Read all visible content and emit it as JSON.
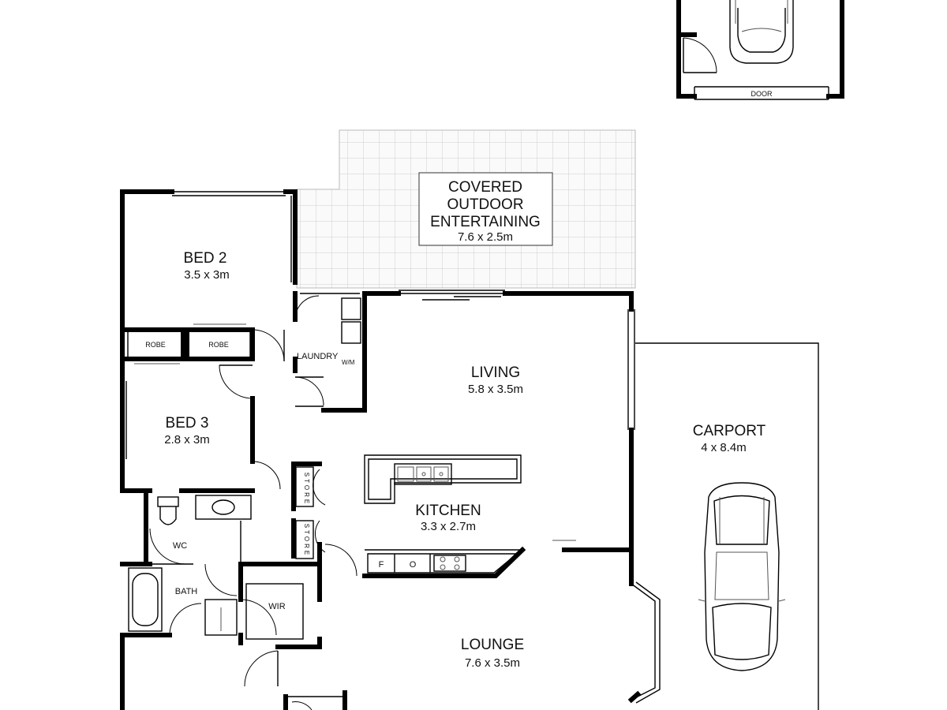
{
  "garage": {
    "door_label": "DOOR"
  },
  "rooms": {
    "covered_outdoor": {
      "line1": "COVERED",
      "line2": "OUTDOOR",
      "line3": "ENTERTAINING",
      "dims": "7.6 x 2.5m"
    },
    "bed2": {
      "name": "BED 2",
      "dims": "3.5 x 3m"
    },
    "bed3": {
      "name": "BED 3",
      "dims": "2.8 x 3m"
    },
    "living": {
      "name": "LIVING",
      "dims": "5.8 x 3.5m"
    },
    "kitchen": {
      "name": "KITCHEN",
      "dims": "3.3 x 2.7m"
    },
    "lounge": {
      "name": "LOUNGE",
      "dims": "7.6 x 3.5m"
    },
    "carport": {
      "name": "CARPORT",
      "dims": "4 x 8.4m"
    }
  },
  "labels": {
    "robe1": "ROBE",
    "robe2": "ROBE",
    "laundry": "LAUNDRY",
    "wm": "W/M",
    "store1": "STORE",
    "store2": "STORE",
    "wc": "WC",
    "bath": "BATH",
    "wir": "WIR",
    "fridge": "F",
    "oven": "O"
  }
}
